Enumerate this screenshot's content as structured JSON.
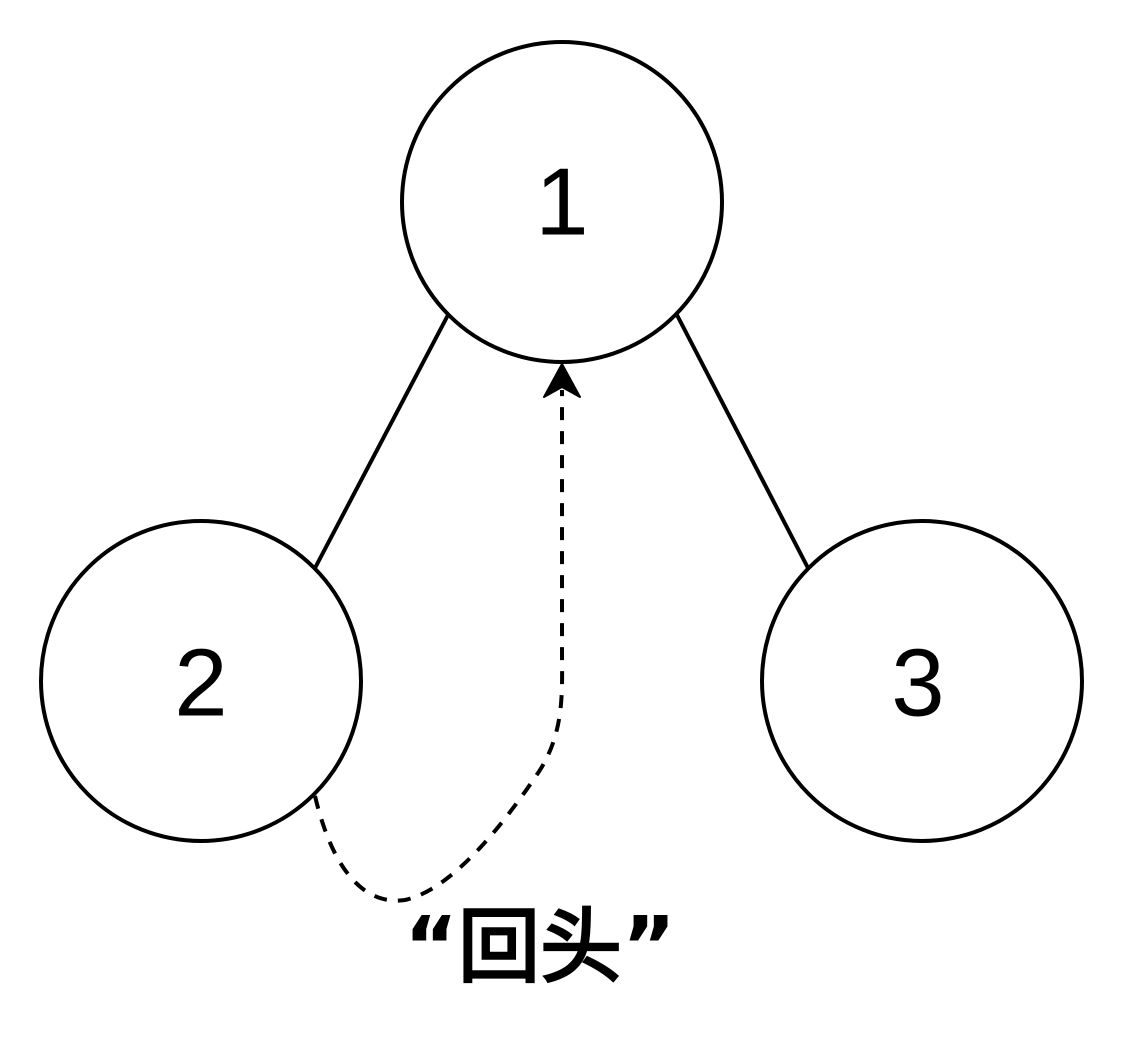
{
  "diagram": {
    "nodes": [
      {
        "id": "1",
        "label": "1"
      },
      {
        "id": "2",
        "label": "2"
      },
      {
        "id": "3",
        "label": "3"
      }
    ],
    "edges": [
      {
        "from": "1",
        "to": "2",
        "style": "solid"
      },
      {
        "from": "1",
        "to": "3",
        "style": "solid"
      },
      {
        "from": "2",
        "to": "1",
        "style": "dashed",
        "arrow": "end"
      }
    ],
    "caption": "“回头”",
    "colors": {
      "stroke": "#000000",
      "fill": "#ffffff",
      "background": "#ffffff"
    }
  }
}
